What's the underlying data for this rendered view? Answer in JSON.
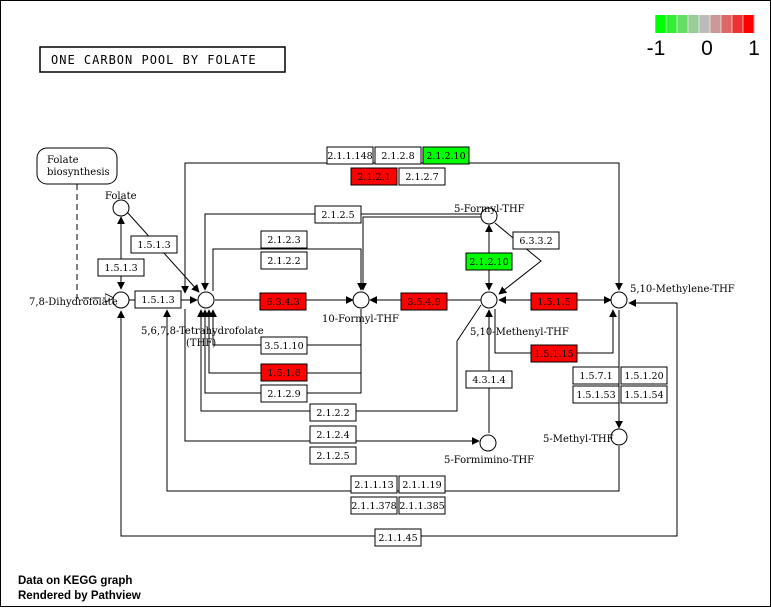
{
  "title": "ONE CARBON POOL BY FOLATE",
  "legend": {
    "min_label": "-1",
    "mid_label": "0",
    "max_label": "1",
    "colors": [
      "#00ff00",
      "#33ee33",
      "#66dd66",
      "#99cc99",
      "#bbbbbb",
      "#cc9999",
      "#dd6666",
      "#ee3333",
      "#ff0000"
    ]
  },
  "footer": {
    "line1": "Data on KEGG graph",
    "line2": "Rendered by Pathview"
  },
  "compounds": {
    "folate": "Folate",
    "dhf": "7,8-Dihydrofolate",
    "thf_line1": "5,6,7,8-Tetrahydrofolate",
    "thf_line2": "(THF)",
    "formyl10": "10-Formyl-THF",
    "formyl5": "5-Formyl-THF",
    "methenyl": "5,10-Methenyl-THF",
    "methylene": "5,10-Methylene-THF",
    "methyl5": "5-Methyl-THF",
    "formimino": "5-Formimino-THF"
  },
  "pathway_box": {
    "line1": "Folate",
    "line2": "biosynthesis"
  },
  "enzymes": {
    "e_2_1_1_148": "2.1.1.148",
    "e_2_1_2_8": "2.1.2.8",
    "e_2_1_2_10_top": "2.1.2.10",
    "e_2_1_2_1": "2.1.2.1",
    "e_2_1_2_7": "2.1.2.7",
    "e_2_1_2_5_top": "2.1.2.5",
    "e_2_1_2_3": "2.1.2.3",
    "e_2_1_2_2_a": "2.1.2.2",
    "e_1_5_1_3_a": "1.5.1.3",
    "e_1_5_1_3_b": "1.5.1.3",
    "e_1_5_1_3_c": "1.5.1.3",
    "e_6_3_4_3": "6.3.4.3",
    "e_3_5_4_9": "3.5.4.9",
    "e_1_5_1_5": "1.5.1.5",
    "e_6_3_3_2": "6.3.3.2",
    "e_2_1_2_10_mid": "2.1.2.10",
    "e_3_5_1_10": "3.5.1.10",
    "e_1_5_1_6": "1.5.1.6",
    "e_2_1_2_9": "2.1.2.9",
    "e_1_5_1_15": "1.5.1.15",
    "e_2_1_2_2_b": "2.1.2.2",
    "e_2_1_2_4": "2.1.2.4",
    "e_2_1_2_5_bottom": "2.1.2.5",
    "e_4_3_1_4": "4.3.1.4",
    "e_1_5_7_1": "1.5.7.1",
    "e_1_5_1_20": "1.5.1.20",
    "e_1_5_1_53": "1.5.1.53",
    "e_1_5_1_54": "1.5.1.54",
    "e_2_1_1_13": "2.1.1.13",
    "e_2_1_1_19": "2.1.1.19",
    "e_2_1_1_378": "2.1.1.378",
    "e_2_1_1_385": "2.1.1.385",
    "e_2_1_1_45": "2.1.1.45"
  },
  "enzyme_colors": {
    "neutral": "#ffffff",
    "up": "#ff0000",
    "down": "#00ff00"
  }
}
